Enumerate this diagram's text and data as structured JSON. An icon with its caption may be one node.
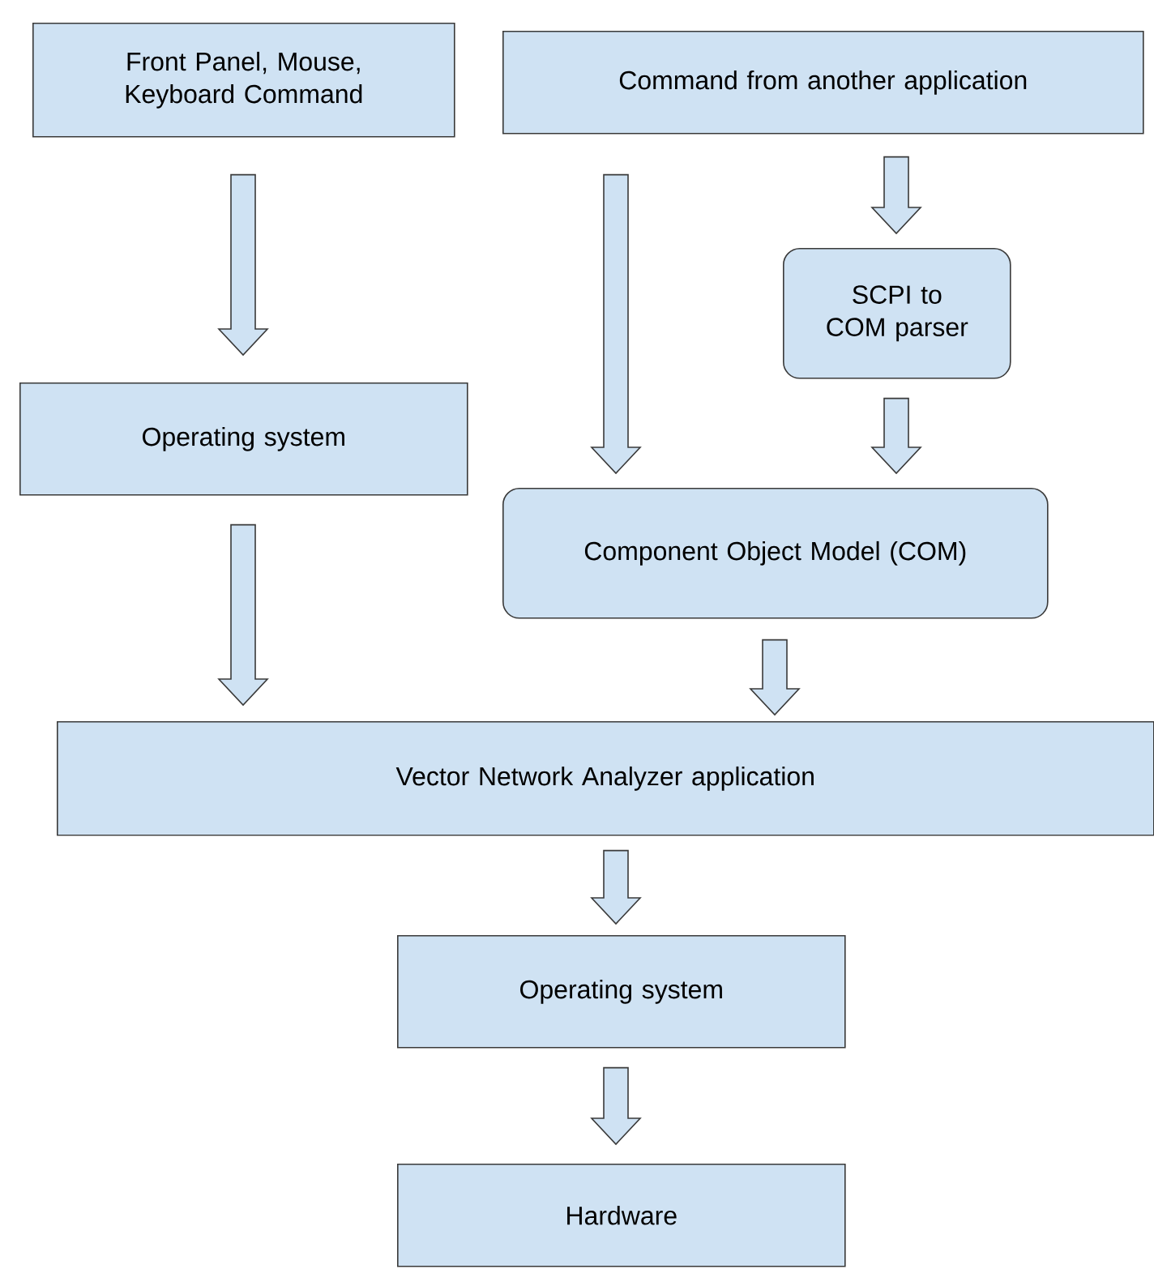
{
  "diagram": {
    "nodes": [
      {
        "text": [
          "Front Panel, Mouse, Keyboard Command"
        ]
      },
      {
        "text": [
          "Command from another application"
        ]
      },
      {
        "text": [
          "SCPI to COM parser"
        ]
      },
      {
        "text": [
          "Operating system"
        ]
      },
      {
        "text": [
          "Component Object Model (COM)"
        ]
      },
      {
        "text": [
          "Vector Network Analyzer application"
        ]
      },
      {
        "text": [
          "Operating system"
        ]
      },
      {
        "text": [
          "Hardware"
        ]
      }
    ],
    "edges": [
      {
        "from": 0,
        "to": 3,
        "arrow": "to"
      },
      {
        "from": 1,
        "to": 4,
        "arrow": "to"
      },
      {
        "from": 1,
        "to": 2,
        "arrow": "to"
      },
      {
        "from": 2,
        "to": 4,
        "arrow": "to"
      },
      {
        "from": 3,
        "to": 5,
        "arrow": "to"
      },
      {
        "from": 4,
        "to": 5,
        "arrow": "to"
      },
      {
        "from": 5,
        "to": 6,
        "arrow": "to"
      },
      {
        "from": 6,
        "to": 7,
        "arrow": "to"
      }
    ]
  }
}
